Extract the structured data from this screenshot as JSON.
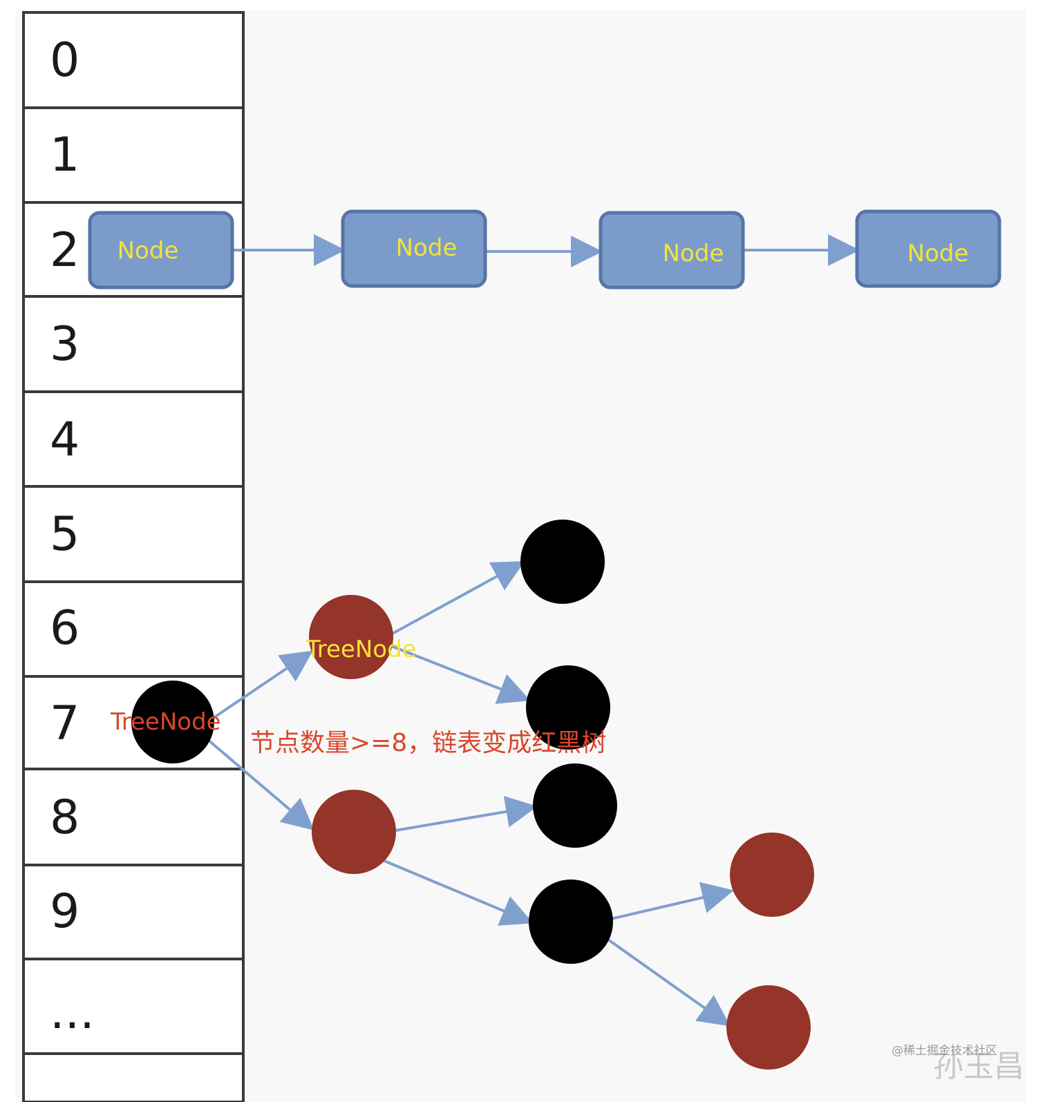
{
  "buckets": [
    "0",
    "1",
    "2",
    "3",
    "4",
    "5",
    "6",
    "7",
    "8",
    "9",
    "..."
  ],
  "linked_list": {
    "nodes": [
      "Node",
      "Node",
      "Node",
      "Node"
    ]
  },
  "tree": {
    "root_label": "TreeNode",
    "child_label": "TreeNode"
  },
  "annotation": "节点数量>=8，链表变成红黑树",
  "watermark": {
    "site": "@稀土掘金技术社区",
    "author": "孙玉昌"
  },
  "colors": {
    "node_fill": "#7b9ccb",
    "node_stroke": "#5674a6",
    "red_node": "#953428",
    "black_node": "#000000",
    "arrow": "#7f9fcf",
    "label_yellow": "#f5e23a",
    "label_red": "#d9472b"
  }
}
